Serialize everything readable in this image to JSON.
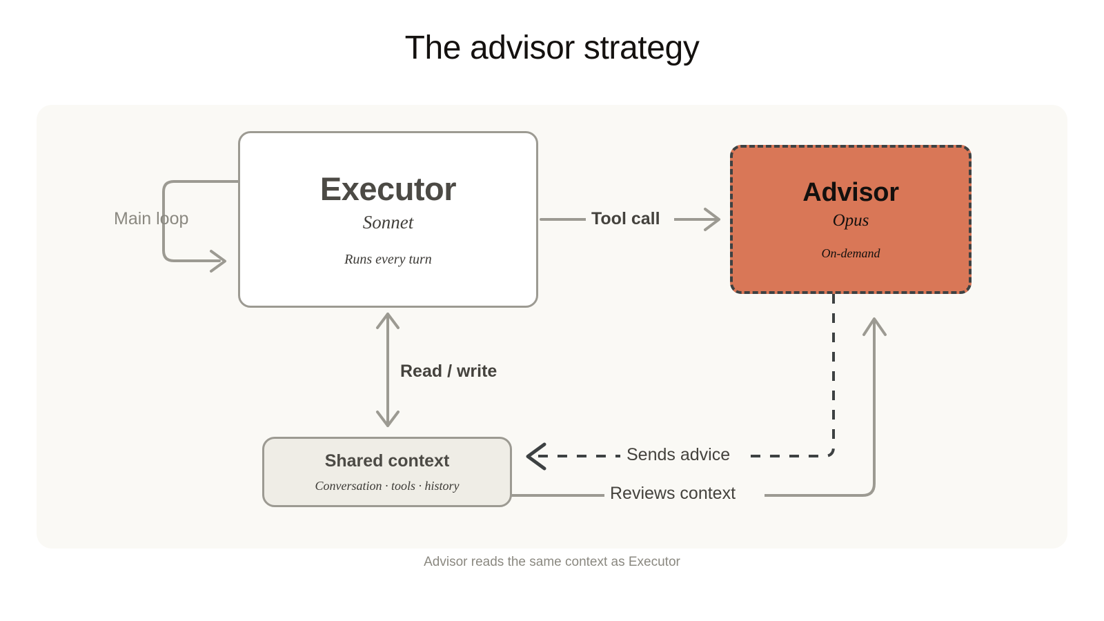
{
  "title": "The advisor strategy",
  "footer": "Advisor reads the same context as Executor",
  "nodes": {
    "executor": {
      "title": "Executor",
      "subtitle": "Sonnet",
      "note": "Runs every turn"
    },
    "advisor": {
      "title": "Advisor",
      "subtitle": "Opus",
      "note": "On-demand"
    },
    "shared_context": {
      "title": "Shared context",
      "subtitle": "Conversation · tools · history"
    }
  },
  "edges": {
    "main_loop": "Main loop",
    "tool_call": "Tool call",
    "read_write": "Read / write",
    "sends_advice": "Sends advice",
    "reviews_context": "Reviews context"
  },
  "colors": {
    "page_background": "#ffffff",
    "panel_background": "#faf9f5",
    "executor_fill": "#ffffff",
    "executor_border": "#9c9a92",
    "advisor_fill": "#d97757",
    "advisor_border": "#3d4142",
    "shared_fill": "#efede6",
    "shared_border": "#9c9a92",
    "connector_solid": "#9c9a92",
    "connector_dashed": "#3d4142",
    "title_text": "#14110f",
    "muted_text": "#8a8880",
    "strong_text": "#44423d"
  }
}
